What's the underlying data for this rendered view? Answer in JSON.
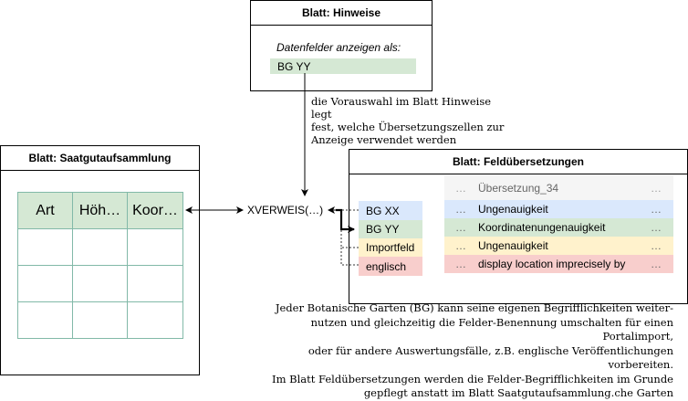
{
  "hinweise": {
    "title": "Blatt: Hinweise",
    "label": "Datenfelder anzeigen als:",
    "selected_value": "BG YY"
  },
  "annotation": {
    "lines": [
      "die Vorauswahl im Blatt Hinweise legt",
      "fest, welche Übersetzungszellen zur",
      "Anzeige verwendet werden"
    ]
  },
  "saatgut": {
    "title": "Blatt: Saatgutaufsammlung",
    "headers": [
      "Art",
      "Höh…",
      "Koor…"
    ],
    "empty_rows": 3
  },
  "xverweis": {
    "label": "XVERWEIS(…)"
  },
  "felduebersetzungen": {
    "title": "Blatt: Feldübersetzungen",
    "header_row": {
      "left": "…",
      "middle": "Übersetzung_34",
      "right": "…"
    },
    "keys": [
      {
        "label": "BG XX",
        "color": "#dae8fc"
      },
      {
        "label": "BG YY",
        "color": "#d5e8d4"
      },
      {
        "label": "Importfeld",
        "color": "#fff2cc"
      },
      {
        "label": "englisch",
        "color": "#f8cecc"
      }
    ],
    "rows": [
      {
        "left": "…",
        "value": "Ungenauigkeit",
        "right": "…",
        "color": "#dae8fc"
      },
      {
        "left": "…",
        "value": "Koordinatenungenauigkeit",
        "right": "…",
        "color": "#d5e8d4"
      },
      {
        "left": "…",
        "value": "Ungenauigkeit",
        "right": "…",
        "color": "#fff2cc"
      },
      {
        "left": "…",
        "value": "display location imprecisely by",
        "right": "…",
        "color": "#f8cecc"
      }
    ]
  },
  "description": {
    "lines": [
      "Jeder Botanische Garten (BG) kann seine eigenen Begrifflichkeiten weiter-",
      "nutzen und gleichzeitig die Felder-Benennung umschalten für einen Portalimport,",
      "oder für andere Auswertungsfälle, z.B. englische Veröffentlichungen vorbereiten.",
      "Im Blatt Feldübersetzungen werden die Felder-Begrifflichkeiten im Grunde",
      "gepflegt anstatt im Blatt Saatgutaufsammlung.che Garten"
    ]
  },
  "colors": {
    "green": "#d5e8d4",
    "blue": "#dae8fc",
    "yellow": "#fff2cc",
    "red": "#f8cecc",
    "header_gray": "#f5f5f5",
    "table_border": "#82b9a8"
  }
}
